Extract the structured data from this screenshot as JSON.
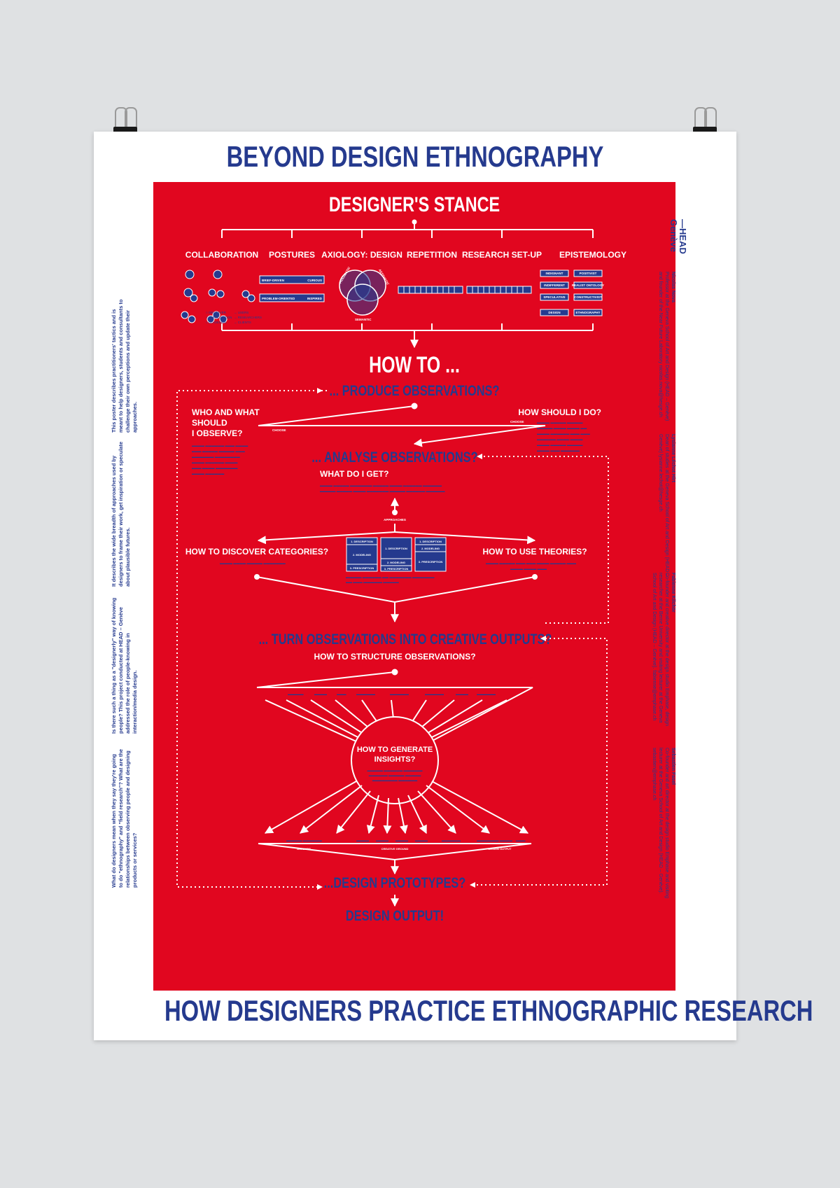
{
  "poster": {
    "title": "BEYOND DESIGN ETHNOGRAPHY",
    "subtitle": "HOW DESIGNERS PRACTICE ETHNOGRAPHIC RESEARCH",
    "left_texts": [
      "This poster describes practitioners' tactics and is meant to help designers, students and consultants to challenge their own perceptions and update their approaches.",
      "It describes the wide breadth of approaches used by designers to frame their work, get inspiration or speculate about plausible futures.",
      "Is there such a thing as a \"designerly\" way of knowing people? This project conducted at HEAD – Genève addressed the role of people-knowing in interaction/media design.",
      "What do designers mean when they say they're going to do \"ethnography\" and \"field research\"? What are the relationships between observing people and designing products or services?"
    ],
    "logo": {
      "line1": "—HEAD",
      "line2": "Genève"
    },
    "credits": [
      {
        "name": "Nicolas Nova",
        "text": "Professor at the Geneva School of Art and Design (HEAD – Genève) and founder of the Near Future Laboratory nicolas.nova@hesge.ch"
      },
      {
        "name": "Lysianne Léchot Hirt",
        "text": "Dean of studies at the Geneva School of Art and Design (HEAD – Genève) lysianne.lechot@hesge.ch"
      },
      {
        "name": "Fabienne Kilchör",
        "text": "Co-founder and creative director at the design studio Emphase, design researcher at the Berne University and visiting lecturer at the Geneva School of Art and Design (HEAD – Genève). fabienne@emphase.ch"
      },
      {
        "name": "Sebastien Fasel",
        "text": "Co-founder and art director at the design studio Emphase and visiting lecturer at the Geneva School of Art and Design (HEAD – Genève). sebastien@emphase.ch"
      }
    ]
  },
  "diagram": {
    "stance_title": "DESIGNER'S STANCE",
    "categories": [
      "COLLABORATION",
      "POSTURES",
      "AXIOLOGY: DESIGN",
      "REPETITION",
      "RESEARCH SET-UP",
      "EPISTEMOLOGY"
    ],
    "posture_bars": [
      {
        "left": "BRIEF-DRIVEN",
        "right": "CURIOUS"
      },
      {
        "left": "PROBLEM-ORIENTED",
        "right": "INSPIRED"
      }
    ],
    "venn_labels": [
      "PRAGMATIC",
      "AESTHETIC",
      "SEMANTIC"
    ],
    "epistemology": [
      [
        "INDIGNANT",
        "POSITIVIST"
      ],
      [
        "INDIFFERENT",
        "REALIST ONTOLOGY"
      ],
      [
        "SPECULATIVE",
        "CONSTRUCTIVIST"
      ],
      [
        "DESIGN",
        "ETHNOGRAPHY"
      ]
    ],
    "how_to": "HOW TO ...",
    "produce": "... PRODUCE OBSERVATIONS?",
    "who_what": [
      "WHO AND WHAT",
      "SHOULD",
      "I OBSERVE?"
    ],
    "how_should": "HOW SHOULD I DO?",
    "choose": "CHOOSE",
    "analyse": "... ANALYSE OBSERVATIONS?",
    "what_get": "WHAT DO I GET?",
    "approaches": "APPROACHES",
    "discover": "HOW TO DISCOVER CATEGORIES?",
    "theories": "HOW TO USE THEORIES?",
    "boxes": [
      [
        "1. DESCRIPTION",
        "2. MODELING",
        "3. PRESCRIPTION"
      ],
      [
        "1. DESCRIPTION",
        "2. MODELING",
        "3. PRESCRIPTION"
      ],
      [
        "1. DESCRIPTION",
        "2. MODELING",
        "3. PRESCRIPTION"
      ]
    ],
    "turn": "... TURN OBSERVATIONS INTO CREATIVE OUTPUTS?",
    "structure": "HOW TO STRUCTURE OBSERVATIONS?",
    "generate": [
      "HOW TO GENERATE",
      "INSIGHTS?"
    ],
    "out_labels": [
      "ANALYSIS",
      "CREATIVE GROUND",
      "DESIGN OUTPUT"
    ],
    "prototypes": "...DESIGN PROTOTYPES?",
    "output": "DESIGN OUTPUT!"
  },
  "colors": {
    "red": "#e1061f",
    "blue": "#253a8e",
    "white": "#ffffff"
  }
}
